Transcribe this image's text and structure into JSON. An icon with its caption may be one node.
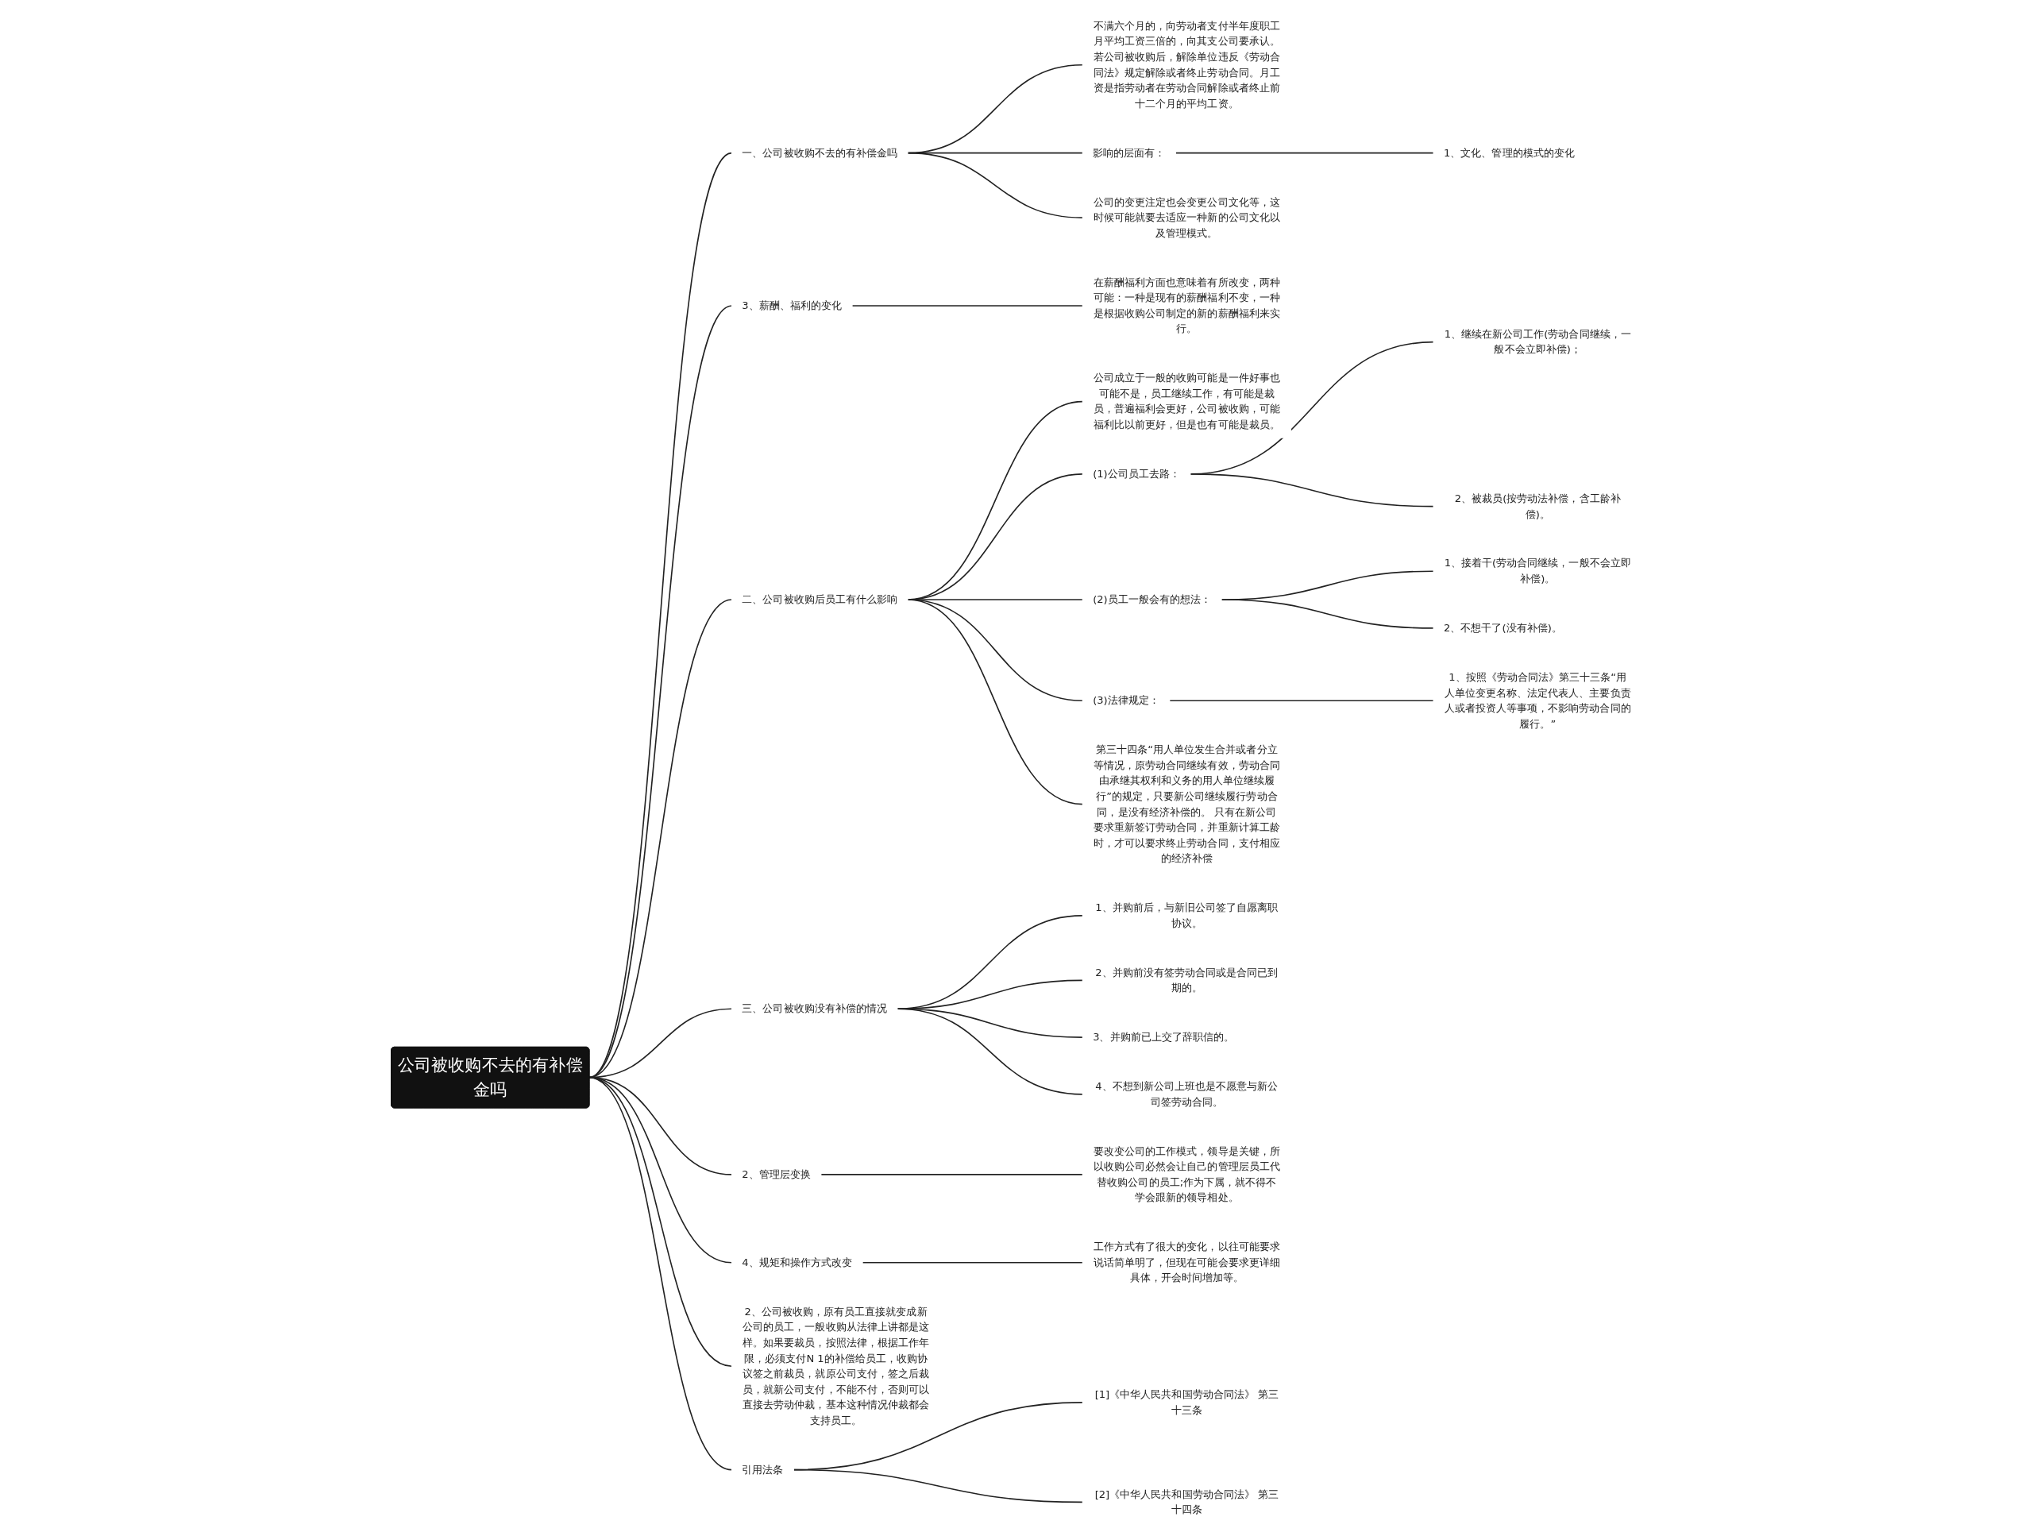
{
  "diagram": {
    "nodes": [
      {
        "text": [
          "公司被收购不去的有补偿金吗"
        ]
      },
      {
        "text": [
          "一、公司被收购不去的有补偿金吗"
        ]
      },
      {
        "text": [
          "不满六个月的，向劳动者支付半年度职工月平均工资三倍的，向其支公司要承认。若公司被收购后，解除单位违反《劳动合同法》规定解除或者终止劳动合同。月工资是指劳动者在劳动合同解除或者终止前十二个月的平均工资。"
        ]
      },
      {
        "text": [
          "影响的层面有："
        ]
      },
      {
        "text": [
          "1、文化、管理的模式的变化"
        ]
      },
      {
        "text": [
          "公司的变更注定也会变更公司文化等，这时候可能就要去适应一种新的公司文化以及管理模式。"
        ]
      },
      {
        "text": [
          "3、薪酬、福利的变化"
        ]
      },
      {
        "text": [
          "在薪酬福利方面也意味着有所改变，两种可能：一种是现有的薪酬福利不变，一种是根据收购公司制定的新的薪酬福利来实行。"
        ]
      },
      {
        "text": [
          "二、公司被收购后员工有什么影响"
        ]
      },
      {
        "text": [
          "公司成立于一般的收购可能是一件好事也可能不是，员工继续工作，有可能是裁员，普遍福利会更好，公司被收购，可能福利比以前更好，但是也有可能是裁员。"
        ]
      },
      {
        "text": [
          "(1)公司员工去路："
        ]
      },
      {
        "text": [
          "1、继续在新公司工作(劳动合同继续，一般不会立即补偿)；"
        ]
      },
      {
        "text": [
          "2、被裁员(按劳动法补偿，含工龄补偿)。"
        ]
      },
      {
        "text": [
          "(2)员工一般会有的想法："
        ]
      },
      {
        "text": [
          "1、接着干(劳动合同继续，一般不会立即补偿)。"
        ]
      },
      {
        "text": [
          "2、不想干了(没有补偿)。"
        ]
      },
      {
        "text": [
          "(3)法律规定："
        ]
      },
      {
        "text": [
          "1、按照《劳动合同法》第三十三条“用人单位变更名称、法定代表人、主要负责人或者投资人等事项，不影响劳动合同的履行。”"
        ]
      },
      {
        "text": [
          "第三十四条“用人单位发生合并或者分立等情况，原劳动合同继续有效，劳动合同由承继其权利和义务的用人单位继续履行”的规定，只要新公司继续履行劳动合同，是没有经济补偿的。 只有在新公司要求重新签订劳动合同，并重新计算工龄时，才可以要求终止劳动合同，支付相应的经济补偿"
        ]
      },
      {
        "text": [
          "三、公司被收购没有补偿的情况"
        ]
      },
      {
        "text": [
          "1、并购前后，与新旧公司签了自愿离职协议。"
        ]
      },
      {
        "text": [
          "2、并购前没有签劳动合同或是合同已到期的。"
        ]
      },
      {
        "text": [
          "3、并购前已上交了辞职信的。"
        ]
      },
      {
        "text": [
          "4、不想到新公司上班也是不愿意与新公司签劳动合同。"
        ]
      },
      {
        "text": [
          "2、管理层变换"
        ]
      },
      {
        "text": [
          "要改变公司的工作模式，领导是关键，所以收购公司必然会让自己的管理层员工代替收购公司的员工;作为下属，就不得不学会跟新的领导相处。"
        ]
      },
      {
        "text": [
          "4、规矩和操作方式改变"
        ]
      },
      {
        "text": [
          "工作方式有了很大的变化，以往可能要求说话简单明了，但现在可能会要求更详细具体，开会时间增加等。"
        ]
      },
      {
        "text": [
          "2、公司被收购，原有员工直接就变成新公司的员工，一般收购从法律上讲都是这样。如果要裁员，按照法律，根据工作年限，必须支付N 1的补偿给员工，收购协议签之前裁员，就原公司支付，签之后裁员，就新公司支付，不能不付，否则可以直接去劳动仲裁，基本这种情况仲裁都会支持员工。"
        ]
      },
      {
        "text": [
          "引用法条"
        ]
      },
      {
        "text": [
          "[1]《中华人民共和国劳动合同法》 第三十三条"
        ]
      },
      {
        "text": [
          "[2]《中华人民共和国劳动合同法》 第三十四条"
        ]
      }
    ],
    "edges": [
      {
        "from": 0,
        "to": 1,
        "arrow": "none"
      },
      {
        "from": 1,
        "to": 2,
        "arrow": "none"
      },
      {
        "from": 1,
        "to": 3,
        "arrow": "none"
      },
      {
        "from": 3,
        "to": 4,
        "arrow": "none"
      },
      {
        "from": 1,
        "to": 5,
        "arrow": "none"
      },
      {
        "from": 0,
        "to": 6,
        "arrow": "none"
      },
      {
        "from": 6,
        "to": 7,
        "arrow": "none"
      },
      {
        "from": 0,
        "to": 8,
        "arrow": "none"
      },
      {
        "from": 8,
        "to": 9,
        "arrow": "none"
      },
      {
        "from": 8,
        "to": 10,
        "arrow": "none"
      },
      {
        "from": 10,
        "to": 11,
        "arrow": "none"
      },
      {
        "from": 10,
        "to": 12,
        "arrow": "none"
      },
      {
        "from": 8,
        "to": 13,
        "arrow": "none"
      },
      {
        "from": 13,
        "to": 14,
        "arrow": "none"
      },
      {
        "from": 13,
        "to": 15,
        "arrow": "none"
      },
      {
        "from": 8,
        "to": 16,
        "arrow": "none"
      },
      {
        "from": 16,
        "to": 17,
        "arrow": "none"
      },
      {
        "from": 8,
        "to": 18,
        "arrow": "none"
      },
      {
        "from": 0,
        "to": 19,
        "arrow": "none"
      },
      {
        "from": 19,
        "to": 20,
        "arrow": "none"
      },
      {
        "from": 19,
        "to": 21,
        "arrow": "none"
      },
      {
        "from": 19,
        "to": 22,
        "arrow": "none"
      },
      {
        "from": 19,
        "to": 23,
        "arrow": "none"
      },
      {
        "from": 0,
        "to": 24,
        "arrow": "none"
      },
      {
        "from": 24,
        "to": 25,
        "arrow": "none"
      },
      {
        "from": 0,
        "to": 26,
        "arrow": "none"
      },
      {
        "from": 26,
        "to": 27,
        "arrow": "none"
      },
      {
        "from": 0,
        "to": 28,
        "arrow": "none"
      },
      {
        "from": 0,
        "to": 29,
        "arrow": "none"
      },
      {
        "from": 29,
        "to": 30,
        "arrow": "none"
      },
      {
        "from": 29,
        "to": 31,
        "arrow": "none"
      }
    ]
  }
}
